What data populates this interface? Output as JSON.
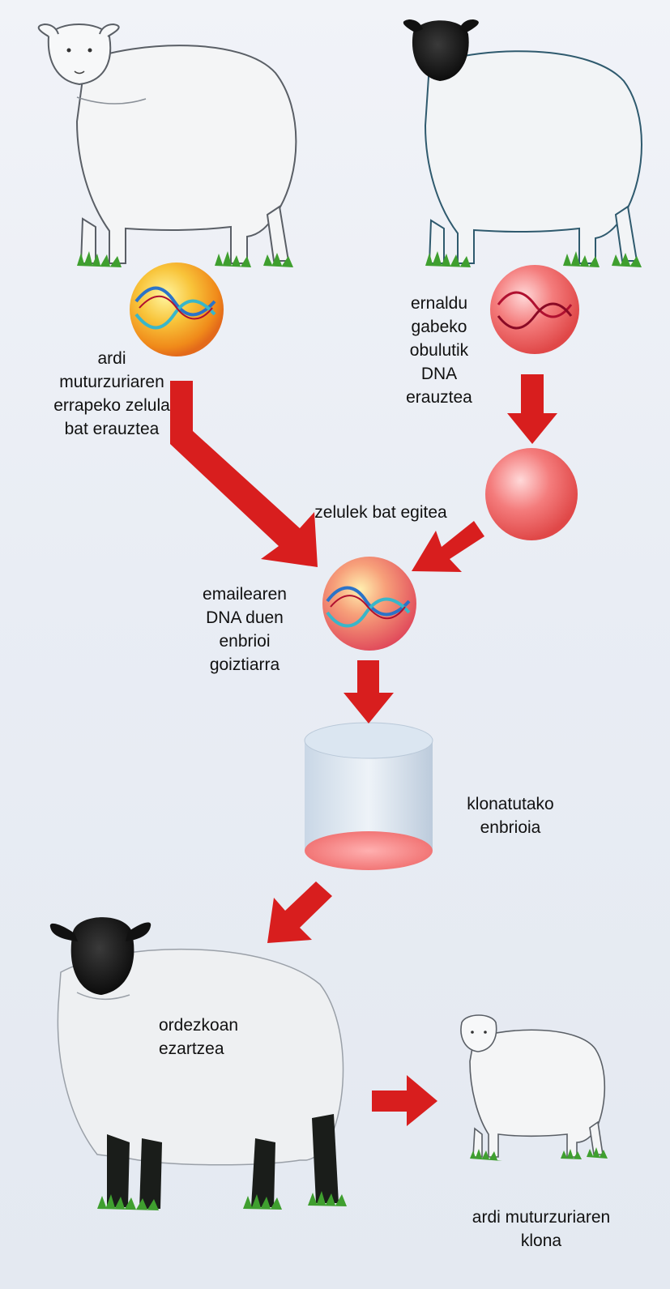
{
  "labels": {
    "donor_cell": "ardi\nmuturzuriaren\nerrapeko zelula\nbat erauztea",
    "egg_dna": "ernaldu\ngabeko\nobulutik\nDNA\nerauztea",
    "fusion": "zelulek bat egitea",
    "early_embryo": "emailearen\nDNA duen\nenbrioi\ngoiztiarra",
    "cloned_embryo": "klonatutako\nenbrioia",
    "surrogate": "ordezkoan\nezartzea",
    "clone": "ardi muturzuriaren\nklona"
  },
  "colors": {
    "arrow": "#d81e1e",
    "cell_pink": "#f06a6a",
    "cell_orange": "#f39a1c",
    "dna_blue": "#2b73c8",
    "dna_teal": "#39b6c9",
    "dna_red": "#b01030",
    "sheep_body": "#eef0f2",
    "sheep_outline": "#565b62",
    "black_face": "#111111",
    "grass": "#3f9f2f"
  }
}
